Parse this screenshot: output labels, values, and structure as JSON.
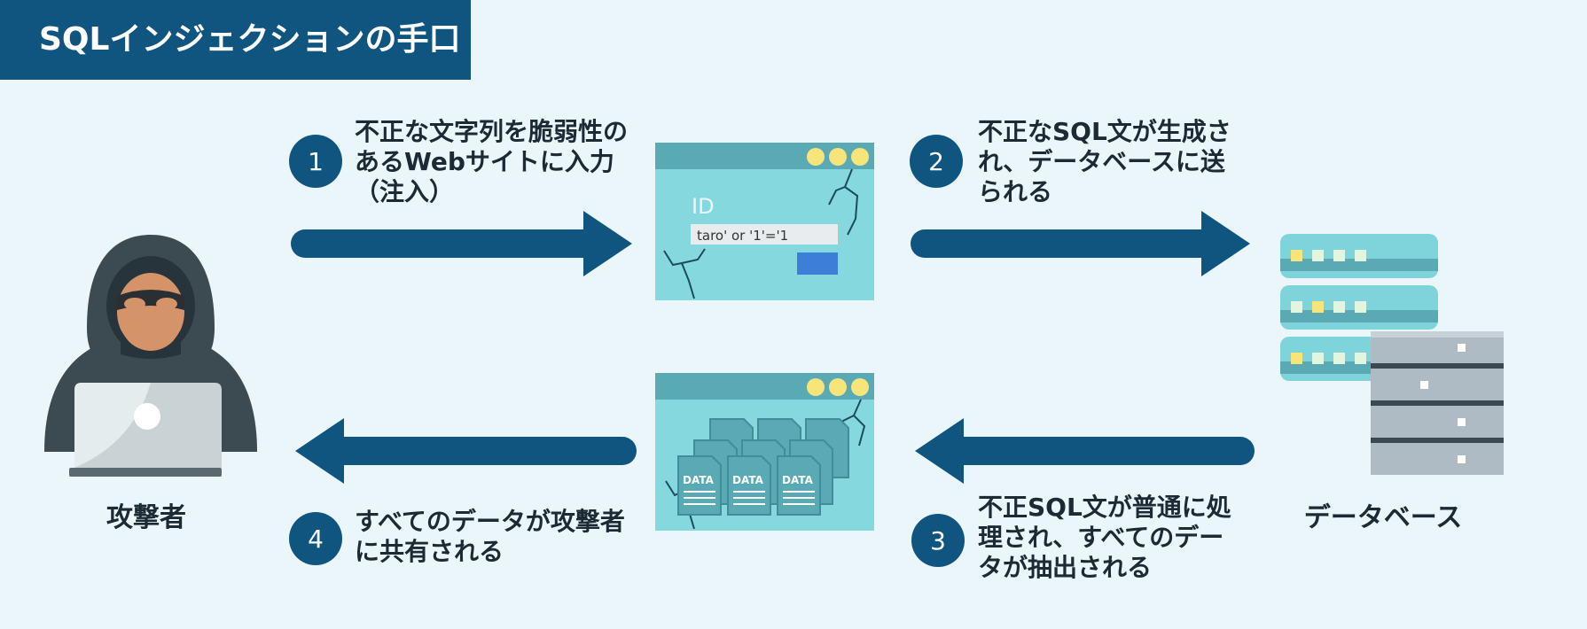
{
  "title": "SQLインジェクションの手口",
  "steps": [
    {
      "number": "1",
      "text": "不正な文字列を脆弱性のあるWebサイトに入力（注入）"
    },
    {
      "number": "2",
      "text": "不正なSQL文が生成され、データベースに送られる"
    },
    {
      "number": "3",
      "text": "不正SQL文が普通に処理され、すべてのデータが抽出される"
    },
    {
      "number": "4",
      "text": "すべてのデータが攻撃者に共有される"
    }
  ],
  "actors": {
    "attacker": "攻撃者",
    "database": "データベース"
  },
  "login_form": {
    "id_label": "ID",
    "input_value": "taro' or '1'='1"
  },
  "data_file_label": "DATA",
  "colors": {
    "primary": "#0f5580",
    "background": "#eaf6fa",
    "window_body": "#86d8df",
    "window_bar": "#5aaab5",
    "window_dot": "#f7e57a",
    "submit_button": "#3b7fd8"
  }
}
